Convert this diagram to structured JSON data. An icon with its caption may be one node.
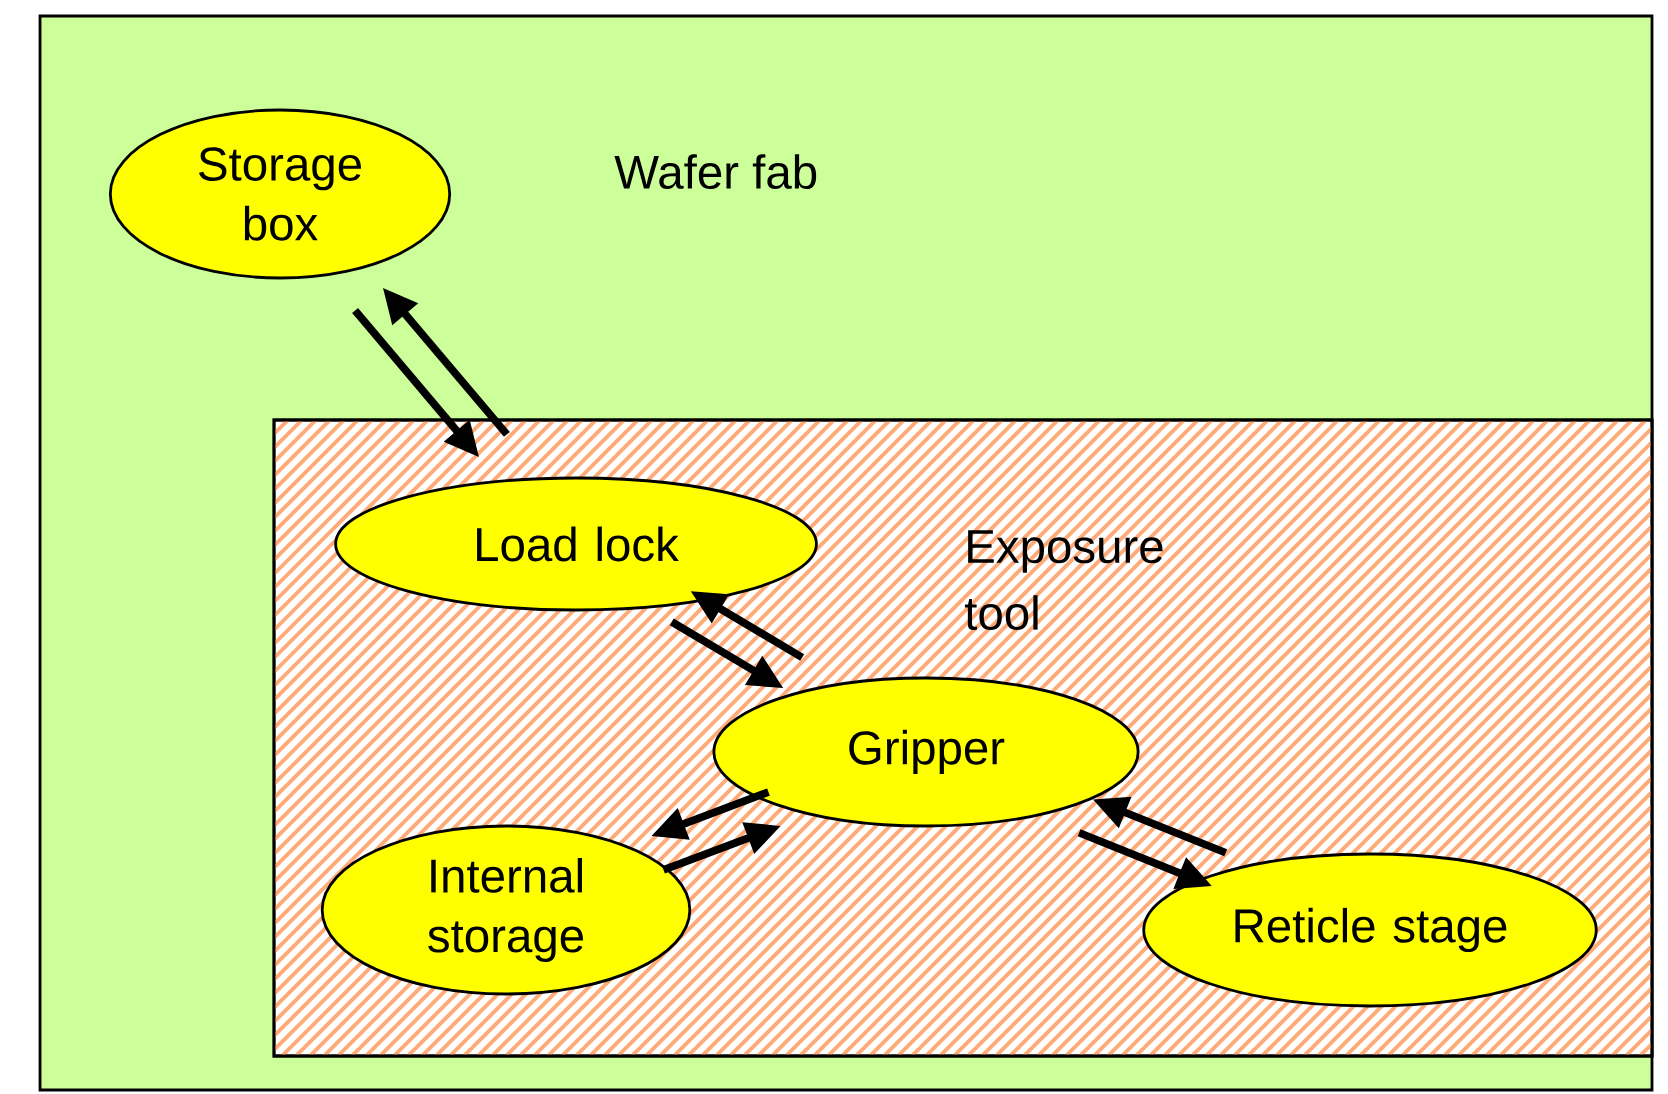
{
  "diagram": {
    "nodes": [
      {
        "text": [
          "Wafer fab"
        ]
      },
      {
        "text": [
          "Storage box"
        ],
        "in": 0
      },
      {
        "text": [
          "Exposure tool"
        ],
        "in": 0
      },
      {
        "text": [
          "Load lock"
        ],
        "in": 2
      },
      {
        "text": [
          "Gripper"
        ],
        "in": 2
      },
      {
        "text": [
          "Internal storage"
        ],
        "in": 2
      },
      {
        "text": [
          "Reticle stage"
        ],
        "in": 2
      }
    ],
    "edges": [
      {
        "from": 1,
        "to": 3,
        "arrow": "to"
      },
      {
        "from": 3,
        "to": 1,
        "arrow": "to"
      },
      {
        "from": 3,
        "to": 4,
        "arrow": "to"
      },
      {
        "from": 4,
        "to": 3,
        "arrow": "to"
      },
      {
        "from": 4,
        "to": 5,
        "arrow": "to"
      },
      {
        "from": 5,
        "to": 4,
        "arrow": "to"
      },
      {
        "from": 4,
        "to": 6,
        "arrow": "to"
      },
      {
        "from": 6,
        "to": 4,
        "arrow": "to"
      }
    ]
  }
}
